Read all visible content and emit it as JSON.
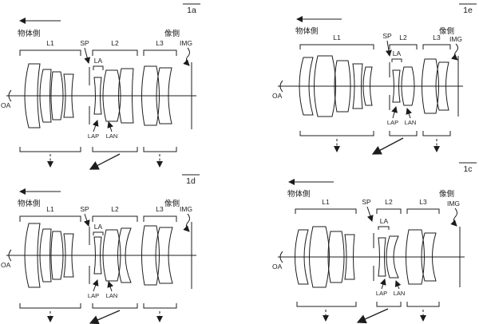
{
  "figure": {
    "panels": [
      {
        "fig_label": "1a"
      },
      {
        "fig_label": "1e"
      },
      {
        "fig_label": "1d"
      },
      {
        "fig_label": "1c"
      }
    ],
    "labels": {
      "object_side": "物体側",
      "image_side": "像側",
      "l1": "L1",
      "l2": "L2",
      "l3": "L3",
      "sp": "SP",
      "la": "LA",
      "img": "IMG",
      "oa": "OA",
      "lap": "LAP",
      "lan": "LAN"
    },
    "colors": {
      "line": "#1c1c1c",
      "background": "#ffffff"
    }
  }
}
